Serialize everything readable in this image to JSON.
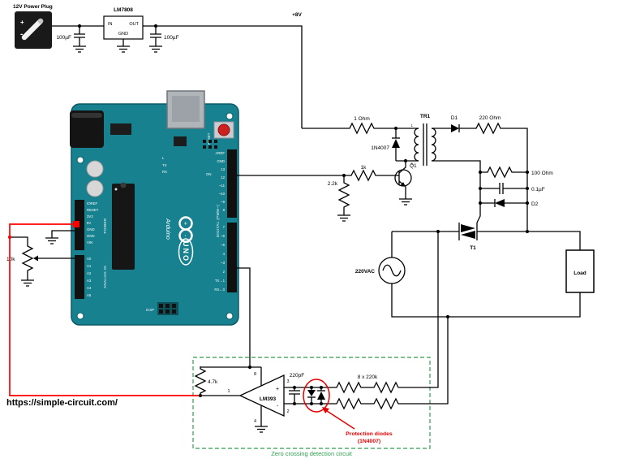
{
  "website": "https://simple-circuit.com/",
  "colors": {
    "board": "#17818F",
    "wire_red": "#FF0000",
    "green": "#2E9E4F",
    "annotation_red": "#E60000"
  },
  "power": {
    "plug_label": "12V Power Plug",
    "plug_plus": "+",
    "plug_minus": "-",
    "regulator": {
      "name": "LM7808",
      "pin_in": "IN",
      "pin_out": "OUT",
      "pin_gnd": "GND"
    },
    "cap_in": "100µF",
    "cap_out": "100µF",
    "rail": "+8V"
  },
  "arduino": {
    "brand": "Arduino",
    "model": "UNO",
    "reset": "RESET",
    "icsp": "ICSP",
    "led_l": "L",
    "led_tx": "TX",
    "led_rx": "RX",
    "led_on": "ON",
    "logo_plus": "+",
    "logo_minus": "-",
    "digital_group": "DIGITAL (PWM~)",
    "power_group": "POWER",
    "analog_group": "ANALOG IN",
    "digital_top": [
      "AREF",
      "GND",
      "13",
      "12",
      "~11",
      "~10",
      "~9",
      "8"
    ],
    "digital_bottom": [
      "7",
      "~6",
      "~5",
      "4",
      "~3",
      "2",
      "TX→1",
      "RX←0"
    ],
    "power_pins": [
      "IOREF",
      "RESET",
      "3V3",
      "5V",
      "GND",
      "GND",
      "VIN"
    ],
    "analog_pins": [
      "A0",
      "A1",
      "A2",
      "A3",
      "A4",
      "A5"
    ]
  },
  "driver": {
    "r_series": "1 Ohm",
    "flyback_diode": "1N4007",
    "r_base": "1k",
    "r_be": "2.2k",
    "transistor": "Q1",
    "transformer": "TR1",
    "pin_top": "1",
    "pin_bottom": "6",
    "d1": "D1",
    "r_gate": "220 Ohm",
    "snubber_r": "100 Ohm",
    "snubber_c": "0.1µF",
    "d2": "D2",
    "triac": "T1"
  },
  "ac": {
    "source": "220VAC",
    "load": "Load"
  },
  "zcd": {
    "caption": "Zero crossing detection circuit",
    "pullup": "4.7k",
    "pot": "10k",
    "cap": "220pF",
    "ic": "LM393",
    "plus": "+",
    "minus": "-",
    "pin8": "8",
    "pin4": "4",
    "pin3": "3",
    "pin2": "2",
    "pin1": "1",
    "resistors": "8 x 220k",
    "note_line1": "Protection diodes",
    "note_line2": "(1N4007)"
  }
}
